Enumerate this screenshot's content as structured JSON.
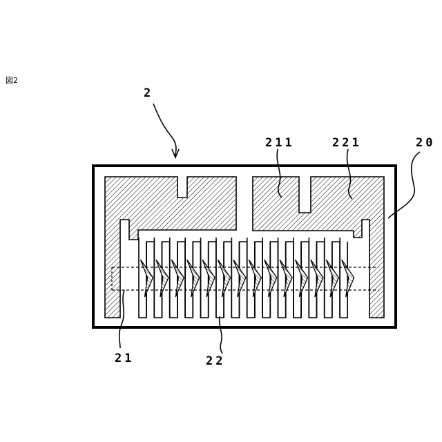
{
  "figure": {
    "label": "図2"
  },
  "reference_numerals": {
    "sensor": "2",
    "substrate": "20",
    "first_electrode": "21",
    "second_electrode": "22",
    "first_electrode_pad": "211",
    "second_electrode_pad": "221"
  }
}
